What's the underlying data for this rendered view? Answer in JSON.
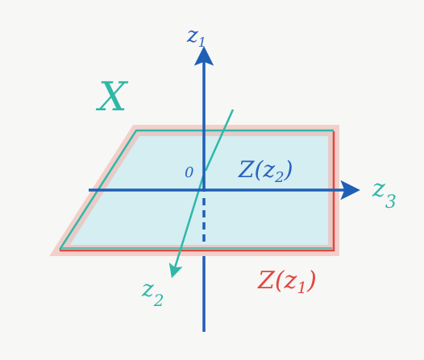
{
  "diagram": {
    "space_label": "X",
    "axis_labels": {
      "z1": {
        "letter": "z",
        "sub": "1"
      },
      "z2": {
        "letter": "z",
        "sub": "2"
      },
      "z3": {
        "letter": "z",
        "sub": "3"
      }
    },
    "origin_label": "0",
    "plane_labels": {
      "z2": {
        "text": "Z(z",
        "sub": "2",
        "close": ")"
      },
      "z1": {
        "text": "Z(z",
        "sub": "1",
        "close": ")"
      }
    },
    "colors": {
      "background": "#f7f7f5",
      "blue_axis": "#1f5fb6",
      "teal": "#2fb8a8",
      "red": "#e0463e",
      "plane_fill": "#d4eef2",
      "label_blue": "#2a61be"
    }
  }
}
